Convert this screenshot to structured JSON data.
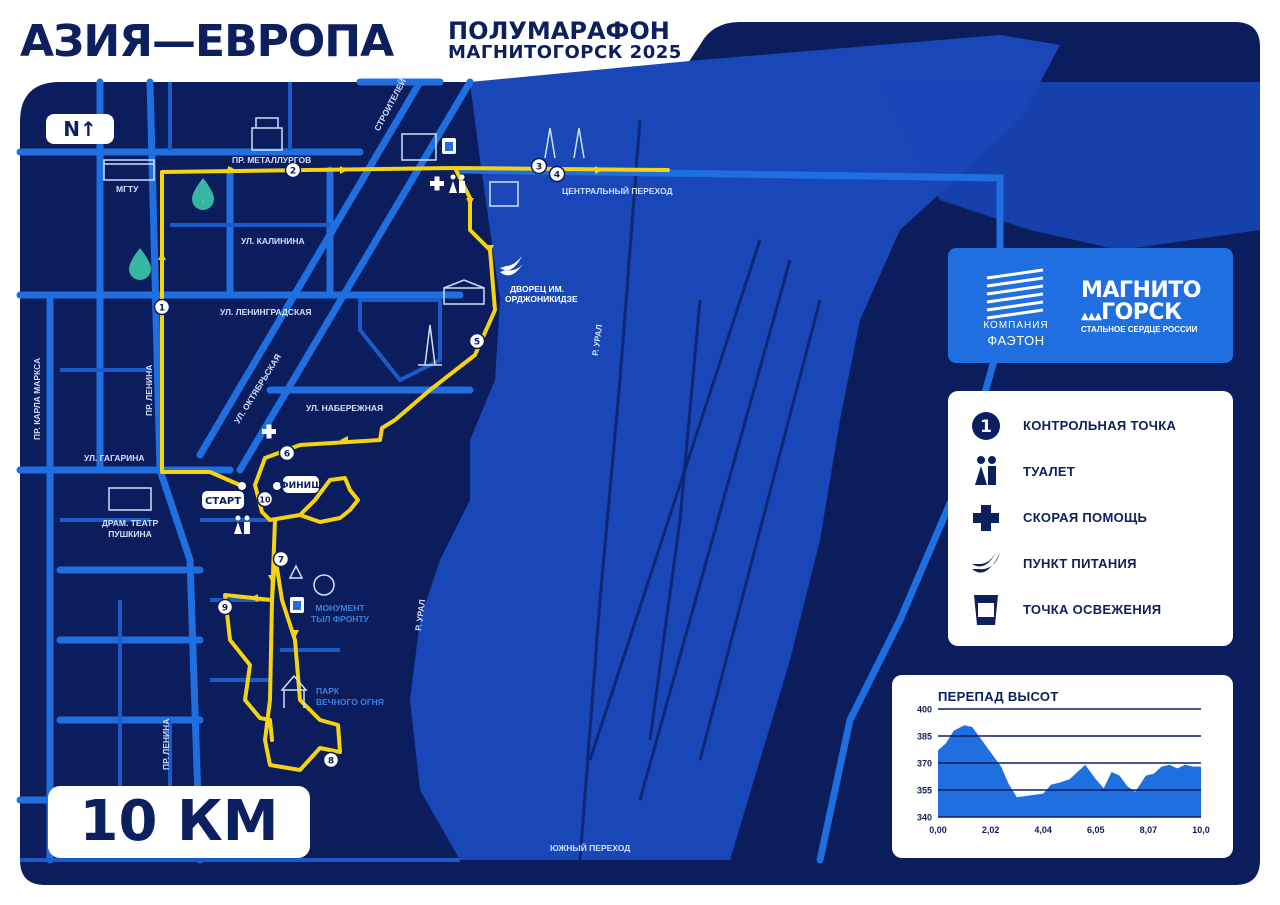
{
  "header": {
    "title": "АЗИЯ—ЕВРОПА",
    "subtitle_line1": "ПОЛУМАРАФОН",
    "subtitle_line2": "МАГНИТОГОРСК 2025"
  },
  "map": {
    "north_label": "N↑",
    "distance_label": "10 КМ",
    "colors": {
      "map_background": "#0b1d5c",
      "river": "#1947b8",
      "street": "#1f6fe0",
      "route": "#f5d313"
    },
    "street_labels": {
      "metallurgov": "ПР. МЕТАЛЛУРГОВ",
      "kalinina": "УЛ. КАЛИНИНА",
      "leningradskaya": "УЛ. ЛЕНИНГРАДСКАЯ",
      "naberezhnaya": "УЛ. НАБЕРЕЖНАЯ",
      "gagarina": "УЛ. ГАГАРИНА",
      "lenina_top": "ПР. ЛЕНИНА",
      "lenina_bottom": "ПР. ЛЕНИНА",
      "karla_marksa": "ПР. КАРЛА МАРКСА",
      "oktyabrskaya": "УЛ. ОКТЯБРЬСКАЯ",
      "stroiteley": "СТРОИТЕЛЕЙ",
      "central_crossing": "ЦЕНТРАЛЬНЫЙ ПЕРЕХОД",
      "south_crossing": "ЮЖНЫЙ ПЕРЕХОД",
      "ural_1": "Р. УРАЛ",
      "ural_2": "Р. УРАЛ"
    },
    "landmarks": {
      "mgtu": "МГТУ",
      "palace_line1": "ДВОРЕЦ ИМ.",
      "palace_line2": "ОРДЖОНИКИДЗЕ",
      "theatre_line1": "ДРАМ. ТЕАТР",
      "theatre_line2": "ПУШКИНА",
      "monument_line1": "МОНУМЕНТ",
      "monument_line2": "ТЫЛ ФРОНТУ",
      "park_line1": "ПАРК",
      "park_line2": "ВЕЧНОГО ОГНЯ"
    },
    "start_label": "СТАРТ",
    "finish_label": "ФИНИШ",
    "checkpoints": [
      "1",
      "2",
      "3",
      "4",
      "5",
      "6",
      "7",
      "8",
      "9",
      "10"
    ],
    "icons": [
      "checkpoint-icon",
      "toilet-icon",
      "first-aid-icon",
      "food-point-icon",
      "refreshment-cup-icon",
      "water-drop-icon"
    ]
  },
  "sponsors": {
    "phaeton_line1": "КОМПАНИЯ",
    "phaeton_line2": "ФАЭТОН",
    "city_line1": "МАГНИТО",
    "city_line2": "ГОРСК",
    "city_slogan": "СТАЛЬНОЕ СЕРДЦЕ РОССИИ"
  },
  "legend": {
    "items": [
      {
        "icon": "checkpoint-icon",
        "label": "КОНТРОЛЬНАЯ ТОЧКА"
      },
      {
        "icon": "toilet-icon",
        "label": "ТУАЛЕТ"
      },
      {
        "icon": "first-aid-icon",
        "label": "СКОРАЯ ПОМОЩЬ"
      },
      {
        "icon": "banana-icon",
        "label": "ПУНКТ ПИТАНИЯ"
      },
      {
        "icon": "cup-icon",
        "label": "ТОЧКА ОСВЕЖЕНИЯ"
      }
    ],
    "checkpoint_sample": "1"
  },
  "chart_data": {
    "type": "area",
    "title": "ПЕРЕПАД ВЫСОТ",
    "xlabel": "",
    "ylabel": "",
    "xlim": [
      0,
      10
    ],
    "ylim": [
      340,
      400
    ],
    "x_ticks": [
      "0,00",
      "2,02",
      "4,04",
      "6,05",
      "8,07",
      "10,0"
    ],
    "y_ticks": [
      "400",
      "385",
      "370",
      "355",
      "340"
    ],
    "grid": true,
    "color": "#1f6fe0",
    "x": [
      0,
      0.3,
      0.6,
      1.0,
      1.3,
      1.6,
      2.0,
      2.4,
      2.7,
      3.0,
      3.5,
      4.0,
      4.3,
      4.6,
      5.0,
      5.3,
      5.6,
      6.0,
      6.3,
      6.6,
      6.9,
      7.2,
      7.5,
      7.9,
      8.2,
      8.5,
      8.8,
      9.1,
      9.4,
      9.7,
      10.0
    ],
    "y": [
      377,
      381,
      388,
      391,
      390,
      384,
      376,
      368,
      358,
      351,
      352,
      353,
      358,
      359,
      361,
      365,
      369,
      361,
      356,
      365,
      363,
      357,
      354,
      363,
      364,
      368,
      369,
      367,
      369,
      368,
      368
    ]
  }
}
